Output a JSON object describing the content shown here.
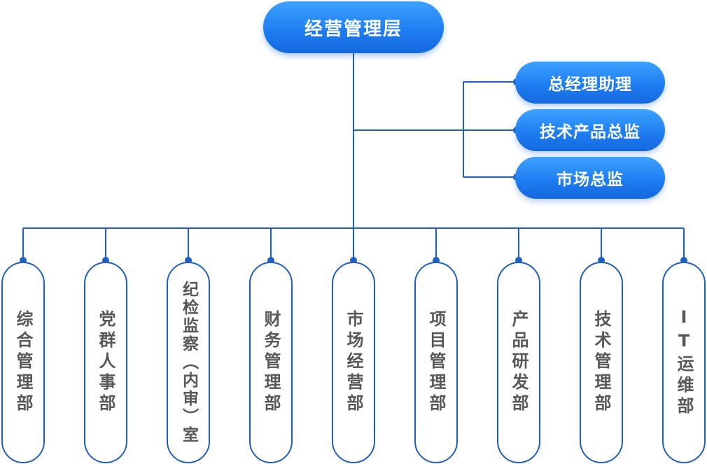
{
  "top": {
    "label": "经营管理层"
  },
  "assistants": [
    {
      "label": "总经理助理"
    },
    {
      "label": "技术产品总监"
    },
    {
      "label": "市场总监"
    }
  ],
  "departments": [
    {
      "label": "综合管理部"
    },
    {
      "label": "党群人事部"
    },
    {
      "label": "纪检监察（内审）室"
    },
    {
      "label": "财务管理部"
    },
    {
      "label": "市场经营部"
    },
    {
      "label": "项目管理部"
    },
    {
      "label": "产品研发部"
    },
    {
      "label": "技术管理部"
    },
    {
      "label": "IT运维部"
    }
  ],
  "colors": {
    "node_fill": "#1f7ef2",
    "line": "#1f5fc0",
    "dept_text": "#585858"
  }
}
